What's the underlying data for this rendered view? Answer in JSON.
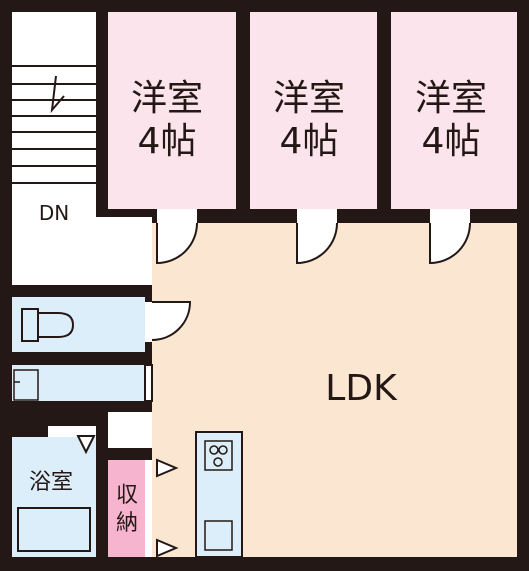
{
  "rooms": {
    "western_room_1": {
      "name": "洋室",
      "size": "4帖"
    },
    "western_room_2": {
      "name": "洋室",
      "size": "4帖"
    },
    "western_room_3": {
      "name": "洋室",
      "size": "4帖"
    },
    "ldk": {
      "name": "LDK"
    },
    "bathroom": {
      "name": "浴室"
    },
    "storage": {
      "line1": "収",
      "line2": "納"
    }
  },
  "stairs": {
    "direction_label": "DN"
  },
  "colors": {
    "wall": "#231815",
    "western_room_fill": "#fbe4ec",
    "ldk_fill": "#fbe6d2",
    "wet_area_fill": "#dceefa",
    "storage_fill": "#f6b4cf",
    "hall_fill": "#ffffff"
  }
}
